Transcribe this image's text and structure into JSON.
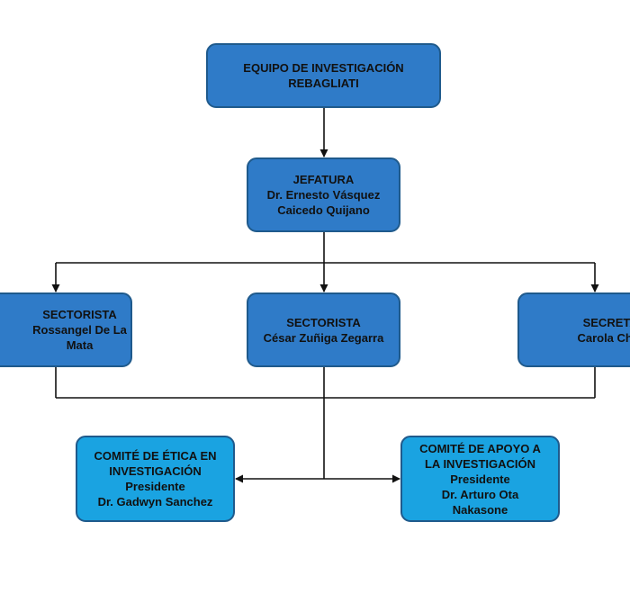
{
  "org_chart": {
    "equipo": {
      "line1": "EQUIPO DE INVESTIGACIÓN",
      "line2": "REBAGLIATI"
    },
    "jefatura": {
      "title": "JEFATURA",
      "line1": "Dr. Ernesto Vásquez",
      "line2": "Caicedo Quijano"
    },
    "sectorista_left": {
      "title": "SECTORISTA",
      "line1": "Rossangel De La",
      "line2": "Mata"
    },
    "sectorista_mid": {
      "title": "SECTORISTA",
      "line1": "César Zuñiga Zegarra"
    },
    "secretaria": {
      "title": "SECRETARIA G",
      "line1": "Carola Chira La R"
    },
    "comite_etica": {
      "line1": "COMITÉ DE ÉTICA EN",
      "line2": "INVESTIGACIÓN",
      "line3": "Presidente",
      "line4": "Dr. Gadwyn Sanchez"
    },
    "comite_apoyo": {
      "line1": "COMITÉ DE APOYO A",
      "line2": "LA INVESTIGACIÓN",
      "line3": "Presidente",
      "line4": "Dr. Arturo Ota",
      "line5": "Nakasone"
    }
  },
  "colors": {
    "primary_box": "#2f7bc8",
    "secondary_box": "#1aa3e1",
    "box_border": "#1f5a8c",
    "connector": "#111111"
  }
}
